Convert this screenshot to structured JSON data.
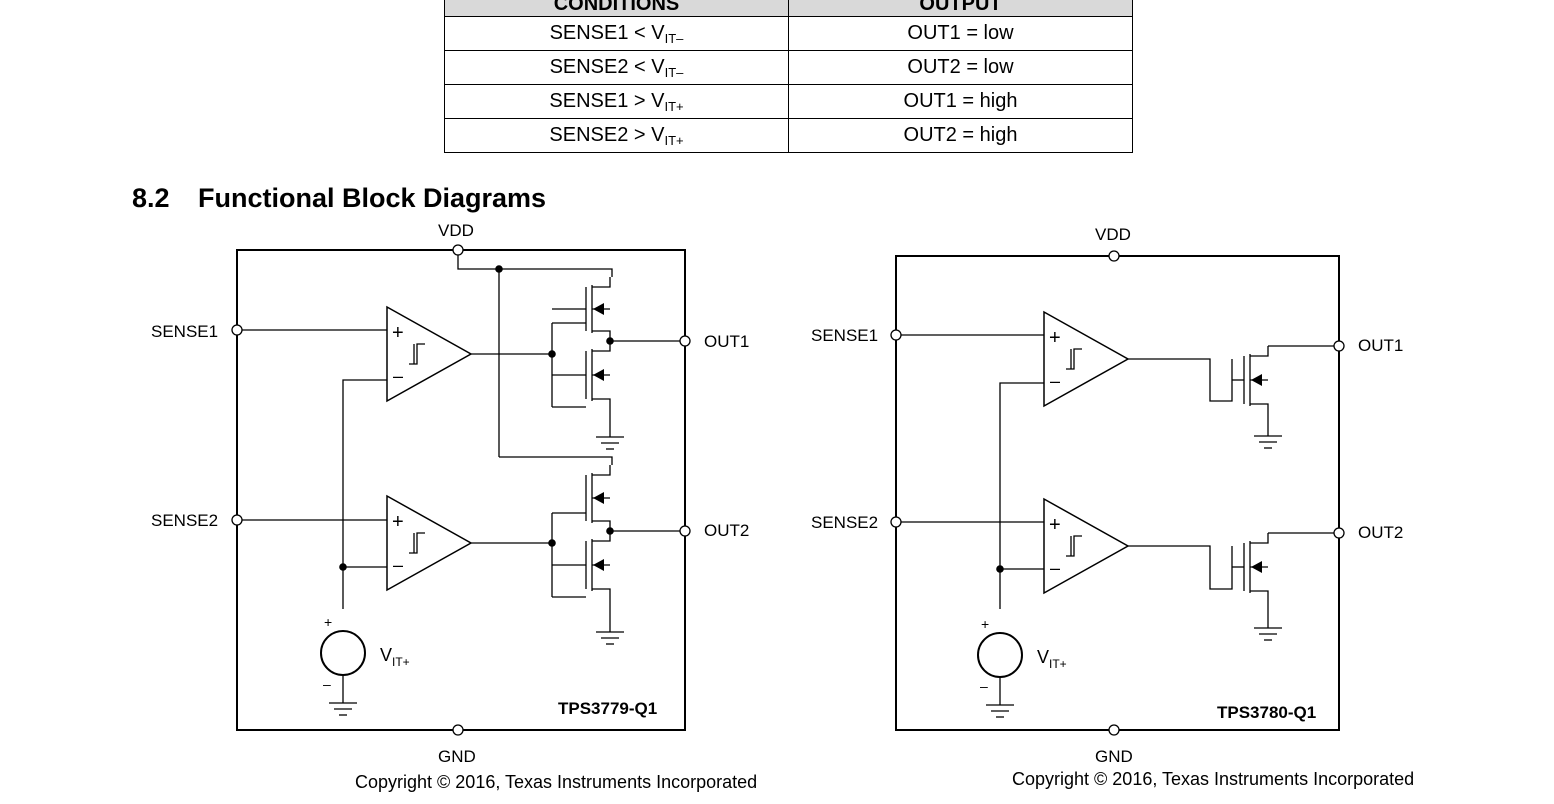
{
  "truth_table": {
    "headers": [
      "CONDITIONS",
      "OUTPUT"
    ],
    "rows": [
      {
        "sense": "SENSE1 < V",
        "sub": "IT–",
        "output": "OUT1 = low"
      },
      {
        "sense": "SENSE2 < V",
        "sub": "IT–",
        "output": "OUT2 = low"
      },
      {
        "sense": "SENSE1 > V",
        "sub": "IT+",
        "output": "OUT1 = high"
      },
      {
        "sense": "SENSE2 > V",
        "sub": "IT+",
        "output": "OUT2 = high"
      }
    ]
  },
  "section": {
    "number": "8.2",
    "title": "Functional Block Diagrams"
  },
  "diagrams": [
    {
      "part": "TPS3779-Q1",
      "vdd": "VDD",
      "gnd": "GND",
      "sense1": "SENSE1",
      "sense2": "SENSE2",
      "out1": "OUT1",
      "out2": "OUT2",
      "vref": "V",
      "vref_sub": "IT+",
      "plus": "+",
      "minus": "–",
      "copyright": "Copyright © 2016, Texas Instruments Incorporated"
    },
    {
      "part": "TPS3780-Q1",
      "vdd": "VDD",
      "gnd": "GND",
      "sense1": "SENSE1",
      "sense2": "SENSE2",
      "out1": "OUT1",
      "out2": "OUT2",
      "vref": "V",
      "vref_sub": "IT+",
      "plus": "+",
      "minus": "–",
      "copyright": "Copyright © 2016, Texas Instruments Incorporated"
    }
  ]
}
